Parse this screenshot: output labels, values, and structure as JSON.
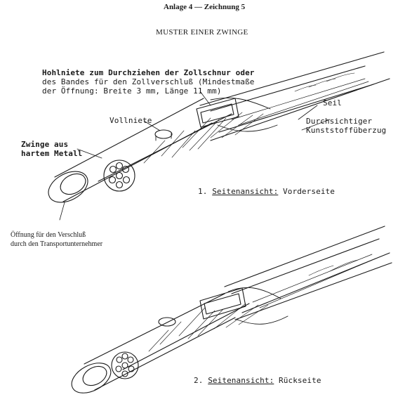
{
  "header": {
    "annex": "Anlage 4 — Zeichnung 5",
    "title": "MUSTER EINER ZWINGE"
  },
  "annotations": {
    "rivet_hole_line1": "Hohlniete zum Durchziehen der Zollschnur oder",
    "rivet_hole_line2": "des Bandes für den Zollverschluß (Mindestmaße",
    "rivet_hole_line3": "der Öffnung: Breite 3 mm, Länge 11 mm)",
    "rope": "Seil",
    "coating_line1": "Durchsichtiger",
    "coating_line2": "Kunststoffüberzug",
    "solid_rivet": "Vollniete",
    "ferrule_line1": "Zwinge aus",
    "ferrule_line2": "hartem Metall",
    "opening_line1": "Öffnung für den Verschluß",
    "opening_line2": "durch den Transportunternehmer"
  },
  "views": {
    "front_number": "1.",
    "front_prefix": "Seitenansicht:",
    "front_suffix": "Vorderseite",
    "back_number": "2.",
    "back_prefix": "Seitenansicht:",
    "back_suffix": "Rückseite"
  },
  "colors": {
    "ink": "#1a1a1a",
    "paper": "#ffffff"
  }
}
